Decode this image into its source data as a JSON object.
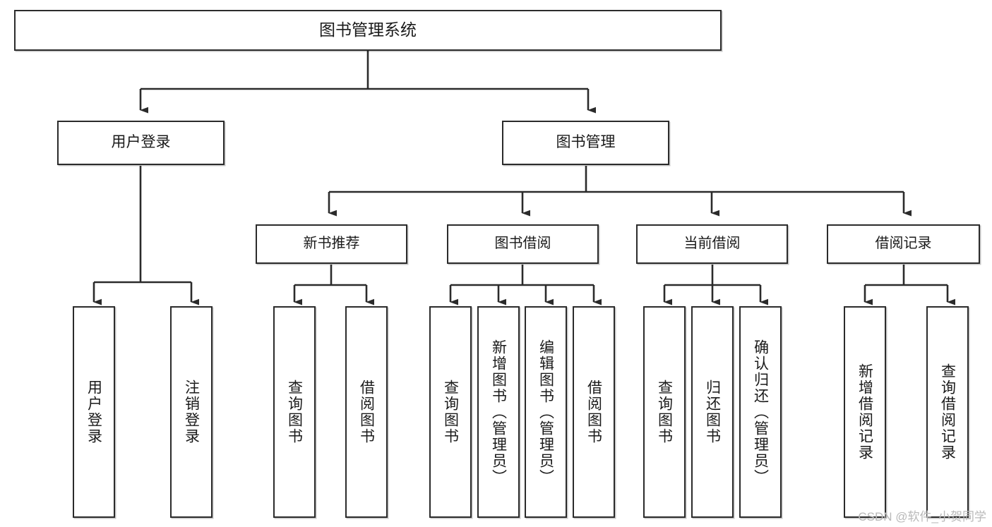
{
  "diagram": {
    "title": "图书管理系统",
    "type": "tree-hierarchy",
    "root": {
      "label": "图书管理系统"
    },
    "level1": [
      {
        "label": "用户登录"
      },
      {
        "label": "图书管理"
      }
    ],
    "level2": [
      {
        "label": "新书推荐"
      },
      {
        "label": "图书借阅"
      },
      {
        "label": "当前借阅"
      },
      {
        "label": "借阅记录"
      }
    ],
    "leaves": {
      "user_login": [
        {
          "label": "用户登录"
        },
        {
          "label": "注销登录"
        }
      ],
      "new_book_recommend": [
        {
          "label": "查询图书"
        },
        {
          "label": "借阅图书"
        }
      ],
      "book_borrow": [
        {
          "label": "查询图书"
        },
        {
          "label": "新增图书（管理员）"
        },
        {
          "label": "编辑图书（管理员）"
        },
        {
          "label": "借阅图书"
        }
      ],
      "current_borrow": [
        {
          "label": "查询图书"
        },
        {
          "label": "归还图书"
        },
        {
          "label": "确认归还（管理员）"
        }
      ],
      "borrow_record": [
        {
          "label": "新增借阅记录"
        },
        {
          "label": "查询借阅记录"
        }
      ]
    }
  },
  "watermark": {
    "text": "CSDN @软件_小贺同学"
  },
  "colors": {
    "border": "#2b2b2b",
    "background": "#ffffff",
    "text": "#1a1a1a",
    "watermark": "#b9b9b9"
  }
}
